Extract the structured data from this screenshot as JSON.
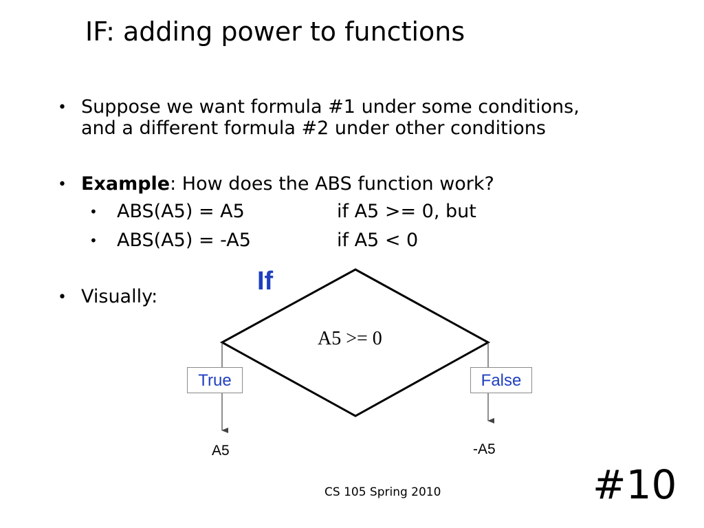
{
  "slide": {
    "title": "IF: adding power to functions",
    "bullets": {
      "b1_line1": "Suppose we want formula #1 under some conditions,",
      "b1_line2": "and a different formula #2 under other conditions",
      "b2_bold": "Example",
      "b2_rest": ": How does the ABS function work?",
      "sub1_left": "ABS(A5) = A5",
      "sub1_right": "if A5 >= 0, but",
      "sub2_left": "ABS(A5) = -A5",
      "sub2_right": "if A5 < 0",
      "b3": "Visually:"
    },
    "diagram": {
      "if_label": "If",
      "condition": "A5 >= 0",
      "true_label": "True",
      "false_label": "False",
      "true_result": "A5",
      "false_result": "-A5"
    },
    "footer": "CS 105 Spring 2010",
    "slide_number": "#10",
    "colors": {
      "accent_blue": "#1f3fbf",
      "box_border": "#8a8a8a"
    }
  }
}
